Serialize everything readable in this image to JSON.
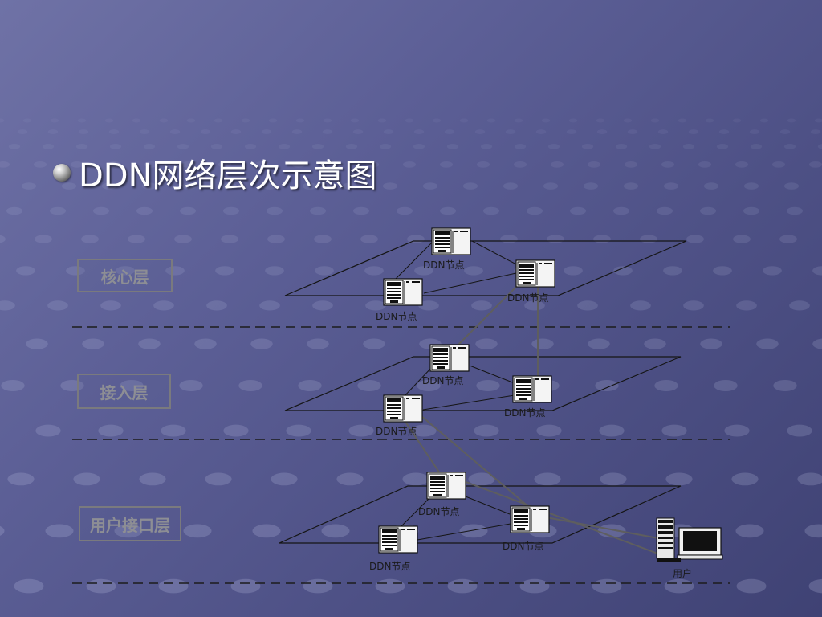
{
  "title": "DDN网络层次示意图",
  "layers": [
    {
      "label": "核心层"
    },
    {
      "label": "接入层"
    },
    {
      "label": "用户接口层"
    }
  ],
  "node_label": "DDN节点",
  "user_label": "用户",
  "icons": {
    "bullet": "sphere-bullet-icon",
    "node": "server-node-icon",
    "user": "computer-user-icon"
  },
  "colors": {
    "background": "#5c5f96",
    "line": "#1c1c1c",
    "link": "#5e5e5e",
    "title": "#ffffff"
  }
}
